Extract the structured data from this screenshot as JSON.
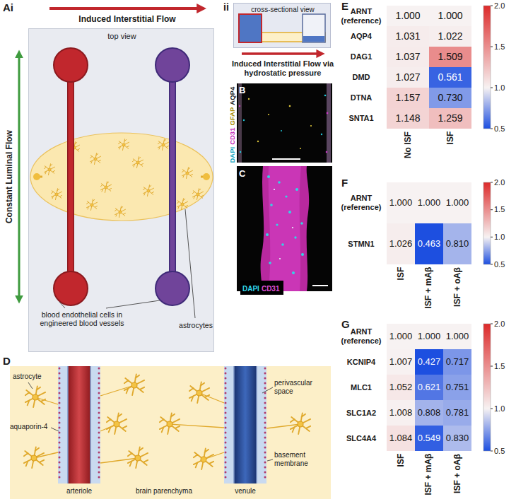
{
  "diagram": {
    "nodes": [
      {
        "text": [
          "top view",
          "blood endothelial cells in engineered blood vessels",
          "astrocytes"
        ]
      },
      {
        "text": [
          "cross-sectional view"
        ]
      }
    ],
    "labels": [
      "Ai",
      "Induced Interstitial Flow",
      "Constant Luminal Flow",
      "ii",
      "Induced Interstitial Flow via hydrostatic pressure",
      "B",
      "DAPI",
      "CD31",
      "GFAP",
      "AQP4",
      "C",
      "DAPI",
      "CD31",
      "D",
      "astrocyte",
      "aquaporin-4",
      "perivascular space",
      "basement membrane",
      "arteriole",
      "brain parenchyma",
      "venule",
      "E",
      "ARNT (reference)",
      "AQP4",
      "DAG1",
      "DMD",
      "DTNA",
      "SNTA1",
      "1.000",
      "1.000",
      "1.031",
      "1.022",
      "1.037",
      "1.509",
      "1.027",
      "0.561",
      "1.157",
      "0.730",
      "1.148",
      "1.259",
      "No ISF",
      "ISF",
      "2.0",
      "1.5",
      "1.0",
      "0.5",
      "F",
      "ARNT (reference)",
      "STMN1",
      "1.000",
      "1.000",
      "1.000",
      "1.026",
      "0.463",
      "0.810",
      "ISF",
      "ISF + mAβ",
      "ISF + oAβ",
      "2.0",
      "1.5",
      "1.0",
      "0.5",
      "G",
      "ARNT (reference)",
      "KCNIP4",
      "MLC1",
      "SLC1A2",
      "SLC4A4",
      "1.000",
      "1.000",
      "1.000",
      "1.007",
      "0.427",
      "0.717",
      "1.052",
      "0.621",
      "0.751",
      "1.008",
      "0.808",
      "0.781",
      "1.084",
      "0.549",
      "0.830",
      "ISF",
      "ISF + mAβ",
      "ISF + oAβ",
      "2.0",
      "1.5",
      "1.0",
      "0.5"
    ]
  }
}
